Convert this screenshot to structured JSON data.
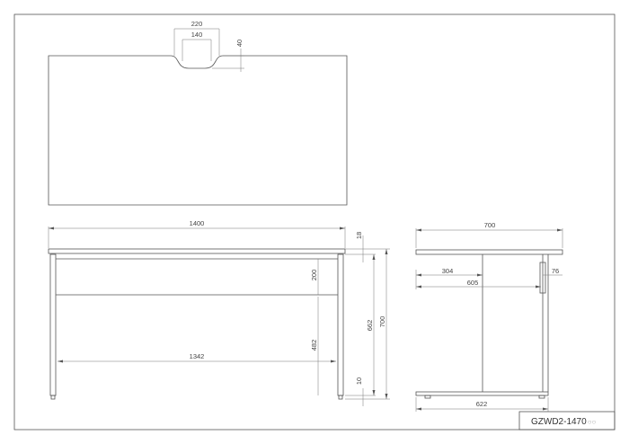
{
  "dimensions": {
    "notch_outer": "220",
    "notch_inner": "140",
    "notch_depth": "40",
    "front_width": "1400",
    "top_thickness": "18",
    "modesty_height": "200",
    "lower_height": "482",
    "inner_span": "1342",
    "foot_height": "10",
    "inner_height": "662",
    "total_height": "700",
    "side_depth": "700",
    "side_inner_a": "304",
    "side_inner_b": "605",
    "side_offset": "76",
    "base_depth": "622"
  },
  "title_block": {
    "model": "GZWD2-1470",
    "suffix": "○○"
  }
}
